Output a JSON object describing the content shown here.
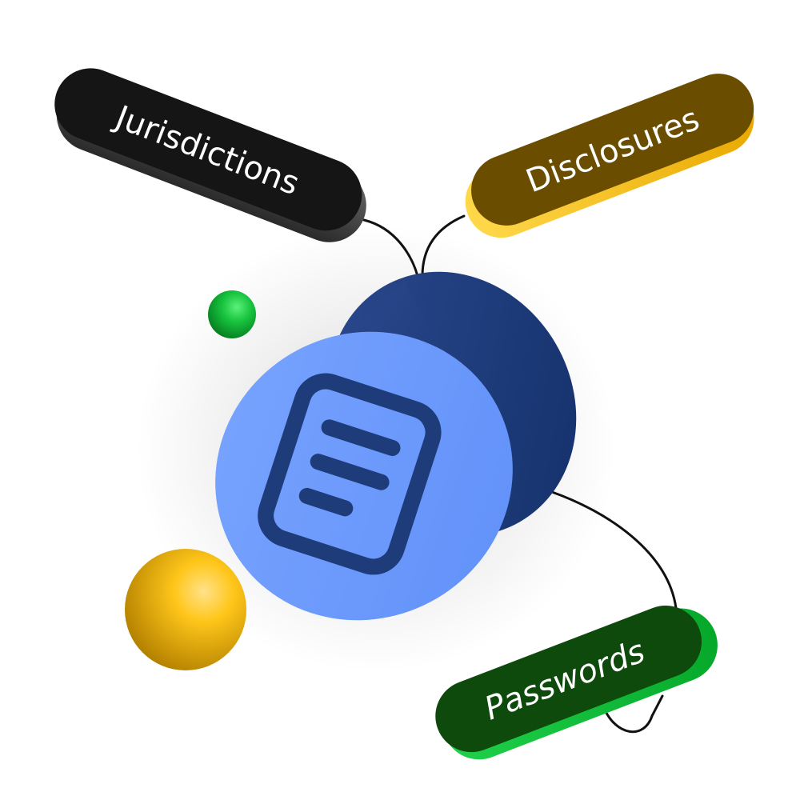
{
  "tags": {
    "jurisdictions": {
      "label": "Jurisdictions",
      "color": "#151515",
      "edge": "#4a4a4a"
    },
    "disclosures": {
      "label": "Disclosures",
      "color": "#6b4d00",
      "edge": "#ffc515"
    },
    "passwords": {
      "label": "Passwords",
      "color": "#0d4a0b",
      "edge": "#12c23a"
    }
  },
  "hub": {
    "icon": "document-icon",
    "face_color": "#6b98ff",
    "side_color": "#1c3468"
  },
  "decor": {
    "green_sphere_color": "#12b83a",
    "yellow_sphere_color": "#f5bd0c"
  }
}
